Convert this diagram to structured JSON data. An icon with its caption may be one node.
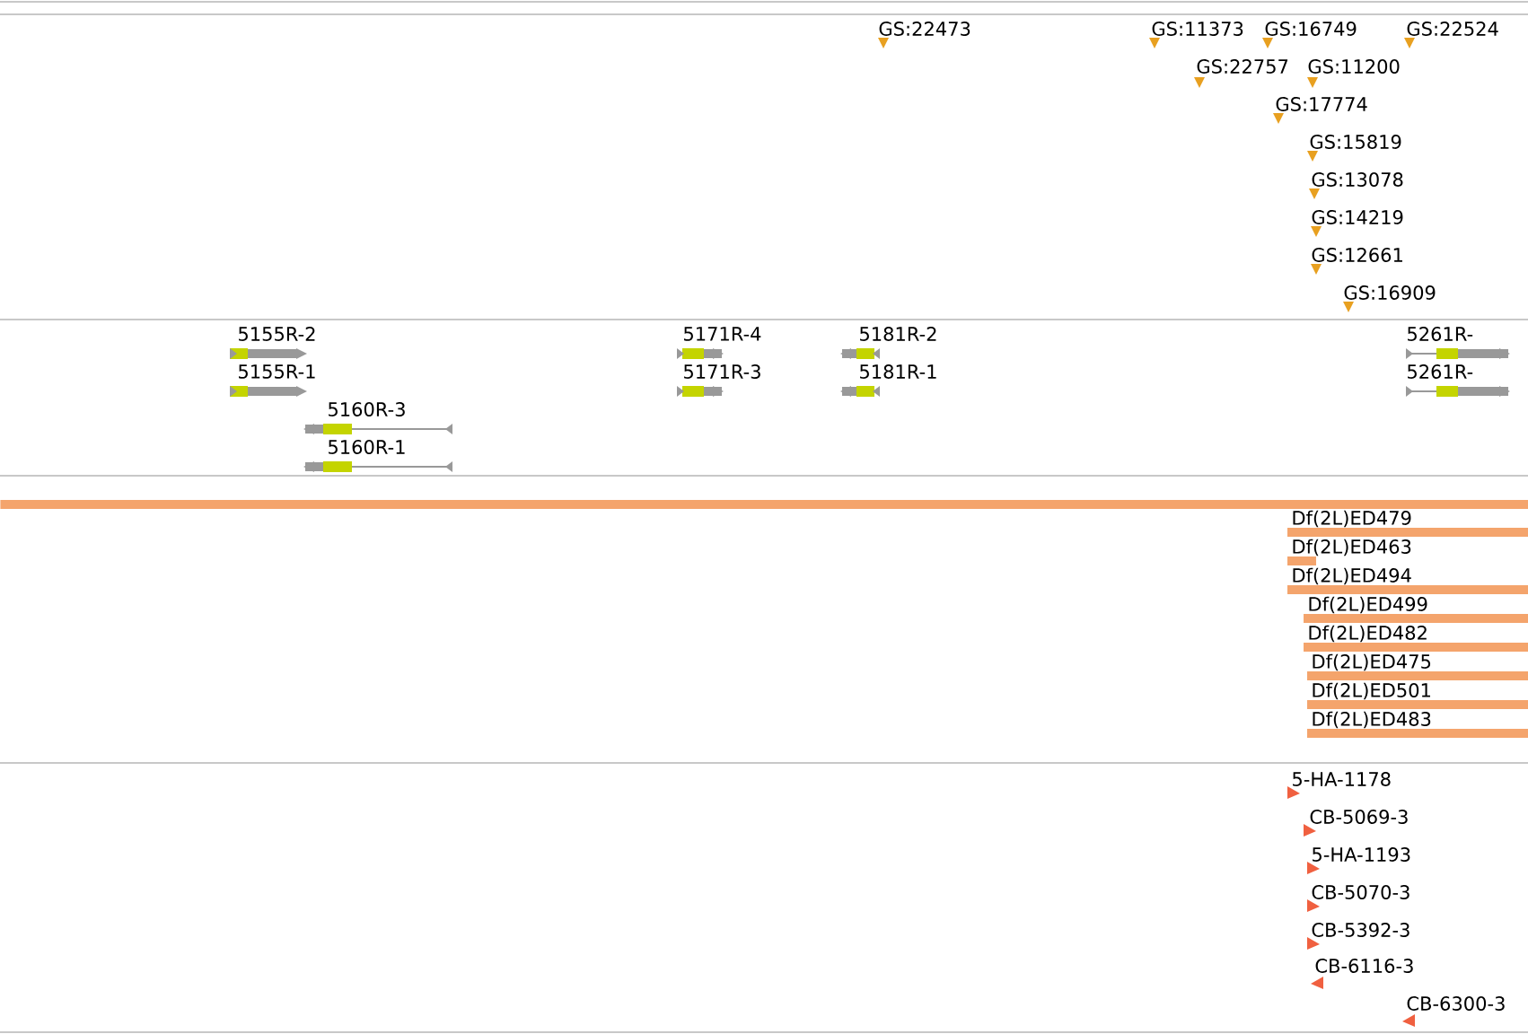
{
  "diagram": {
    "nodes": [
      {
        "text": [
          "GS:22473"
        ]
      },
      {
        "text": [
          "GS:11373"
        ]
      },
      {
        "text": [
          "GS:16749"
        ]
      },
      {
        "text": [
          "GS:22524"
        ]
      },
      {
        "text": [
          "GS:22757"
        ]
      },
      {
        "text": [
          "GS:11200"
        ]
      },
      {
        "text": [
          "GS:17774"
        ]
      },
      {
        "text": [
          "GS:15819"
        ]
      },
      {
        "text": [
          "GS:13078"
        ]
      },
      {
        "text": [
          "GS:14219"
        ]
      },
      {
        "text": [
          "GS:12661"
        ]
      },
      {
        "text": [
          "GS:16909"
        ]
      },
      {
        "text": [
          "5155R-2"
        ]
      },
      {
        "text": [
          "5155R-1"
        ]
      },
      {
        "text": [
          "5160R-3"
        ]
      },
      {
        "text": [
          "5160R-1"
        ]
      },
      {
        "text": [
          "5171R-4"
        ]
      },
      {
        "text": [
          "5171R-3"
        ]
      },
      {
        "text": [
          "5181R-2"
        ]
      },
      {
        "text": [
          "5181R-1"
        ]
      },
      {
        "text": [
          "5261R-"
        ]
      },
      {
        "text": [
          "5261R-"
        ]
      },
      {
        "text": [],
        "shape": "bar"
      },
      {
        "text": [
          "Df(2L)ED479"
        ]
      },
      {
        "text": [
          "Df(2L)ED463"
        ]
      },
      {
        "text": [
          "Df(2L)ED494"
        ]
      },
      {
        "text": [
          "Df(2L)ED499"
        ]
      },
      {
        "text": [
          "Df(2L)ED482"
        ]
      },
      {
        "text": [
          "Df(2L)ED475"
        ]
      },
      {
        "text": [
          "Df(2L)ED501"
        ]
      },
      {
        "text": [
          "Df(2L)ED483"
        ]
      },
      {
        "text": [
          "5-HA-1178"
        ]
      },
      {
        "text": [
          "CB-5069-3"
        ]
      },
      {
        "text": [
          "5-HA-1193"
        ]
      },
      {
        "text": [
          "CB-5070-3"
        ]
      },
      {
        "text": [
          "CB-5392-3"
        ]
      },
      {
        "text": [
          "CB-6116-3"
        ]
      },
      {
        "text": [
          "CB-6300-3"
        ]
      }
    ]
  }
}
